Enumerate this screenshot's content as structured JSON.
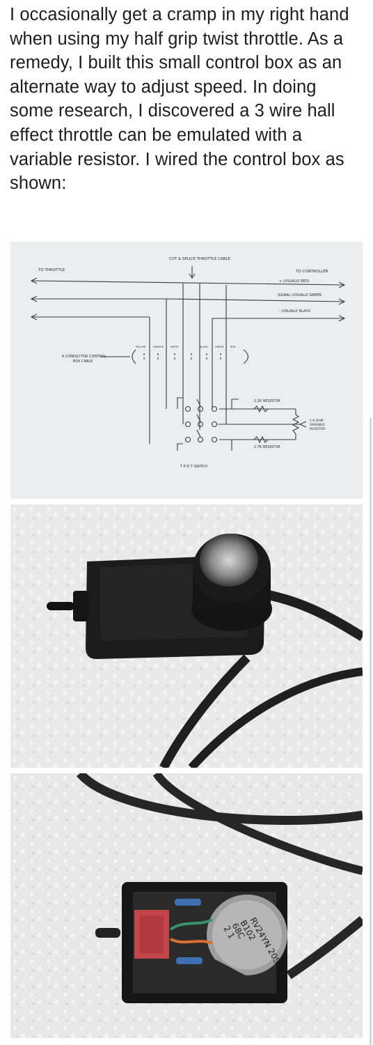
{
  "post": {
    "text": "I occasionally get a cramp in my right hand when using my half grip twist throttle. As a remedy, I built this small control box as an alternate way to adjust speed. In doing some research, I discovered a 3 wire hall effect throttle can be emulated with a variable resistor. I wired the control box as shown:"
  },
  "diagram": {
    "cut_splice": "CUT & SPLICE THROTTLE CABLE",
    "to_throttle": "TO THROTTLE",
    "to_controller": "TO CONTROLLER",
    "usually_red": "+ (USUALLY RED)",
    "signal": "SIGNAL (USUALLY GREEN",
    "usually_black": "- (USUALLY BLACK",
    "conductor_cable_1": "6 CONDUCTOR CONTROL",
    "conductor_cable_2": "BOX CABLE",
    "wire_yellow": "YELLOW",
    "wire_orange": "ORANGE",
    "wire_white": "WHITE",
    "wire_black": "BLACK",
    "wire_green": "GREEN",
    "wire_red": "RED",
    "resistor_top": "2.2K RESISTOR",
    "resistor_bottom": "2.7K RESISTOR",
    "var_res_1": "1 K OHM",
    "var_res_2": "VARIABLE",
    "var_res_3": "RESISTOR",
    "switch_label": "T P D T  SWITCH"
  },
  "photo_open": {
    "pot_line1": "RV24YN 20S",
    "pot_line2": "B102",
    "pot_line3": "68C",
    "pot_line4": "2 1"
  },
  "colors": {
    "text": "#1d1d1d",
    "diagram_bg": "#ecedef",
    "foam": "#e9e9ea",
    "box_black": "#1c1c1c",
    "switch_red": "#c2454a"
  }
}
